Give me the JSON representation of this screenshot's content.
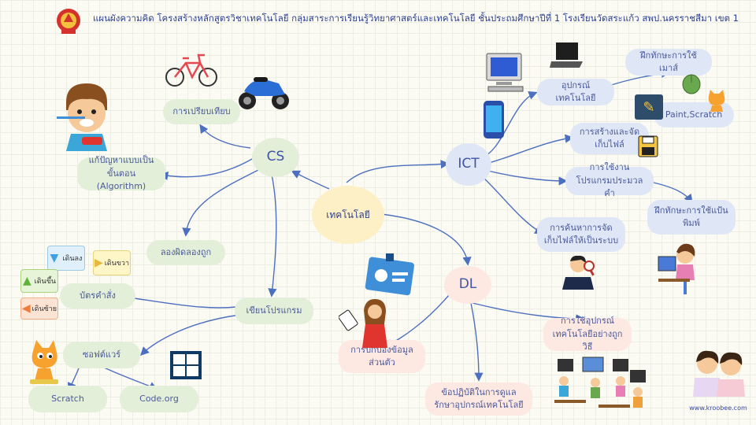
{
  "header": {
    "title": "แผนผังความคิด โครงสร้างหลักสูตรวิชาเทคโนโลยี กลุ่มสาระการเรียนรู้วิทยาศาสตร์และเทคโนโลยี ชั้นประถมศึกษาปีที่ 1 โรงเรียนวัดสระแก้ว สพป.นครราชสีมา เขต 1"
  },
  "center": {
    "label": "เทคโนโลยี"
  },
  "cs": {
    "label": "CS",
    "compare": "การเปรียบเทียบ",
    "algorithm": "แก้ปัญหาแบบเป็นขั้นตอน (Algorithm)",
    "trial": "ลองผิดลองถูก",
    "programming": "เขียนโปรแกรม",
    "command_cards": "บัตรคำสั่ง",
    "software": "ซอฟต์แวร์",
    "scratch": "Scratch",
    "codeorg": "Code.org",
    "card_down": "เดินลง",
    "card_up": "เดินขึ้น",
    "card_right": "เดินขวา",
    "card_left": "เดินซ้าย"
  },
  "ict": {
    "label": "ICT",
    "device": "อุปกรณ์เทคโนโลยี",
    "mouse_skill": "ฝึกทักษะการใช้เมาส์",
    "paint_scratch": "Paint,Scratch",
    "create_save": "การสร้างและจัดเก็บไฟล์",
    "use_program": "การใช้งานโปรแกรมประมวลคำ",
    "typing_skill": "ฝึกทักษะการใช้แป้นพิมพ์",
    "search_organize": "การค้นหาการจัดเก็บไฟล์ให้เป็นระบบ"
  },
  "dl": {
    "label": "DL",
    "privacy": "การปกป้องข้อมูลส่วนตัว",
    "safe_use": "การใช้อุปกรณ์เทคโนโลยีอย่างถูกวิธี",
    "care": "ข้อปฏิบัติในการดูแลรักษาอุปกรณ์เทคโนโลยี"
  },
  "watermark": "www.kroobee.com",
  "colors": {
    "link": "#4d6fbf",
    "green_node": "#e3efd9",
    "blue_node": "#dfe7f6",
    "pink_node": "#fde8e2",
    "center_node": "#fdf0c6"
  }
}
